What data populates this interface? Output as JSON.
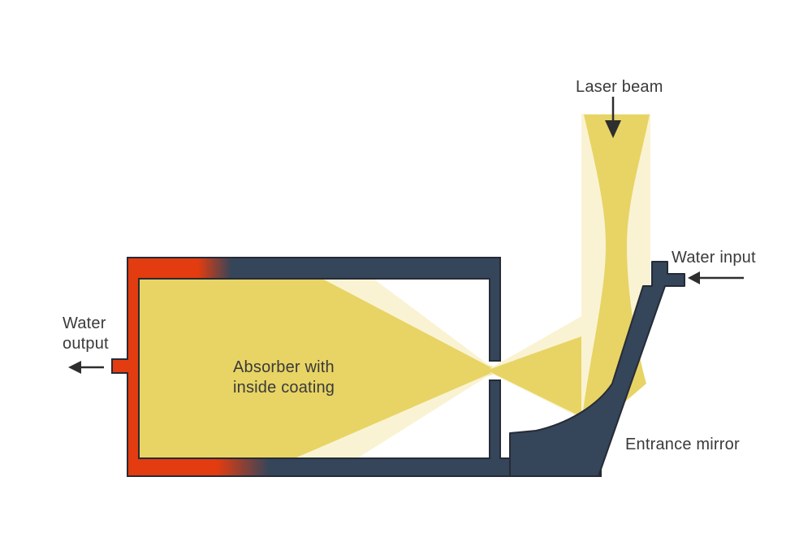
{
  "diagram": {
    "labels": {
      "laser_beam": "Laser beam",
      "water_input": "Water input",
      "water_output": [
        "Water",
        "output"
      ],
      "absorber": [
        "Absorber with",
        "inside coating"
      ],
      "entrance_mirror": "Entrance mirror"
    },
    "colors": {
      "background": "#ffffff",
      "wall_navy": "#35455a",
      "hot_red": "#e23c10",
      "beam_bright": "#e7d465",
      "beam_faint": "#faf3d3",
      "outline": "#262b36",
      "arrow": "#2e2e2e",
      "text": "#3a3a3a"
    }
  }
}
